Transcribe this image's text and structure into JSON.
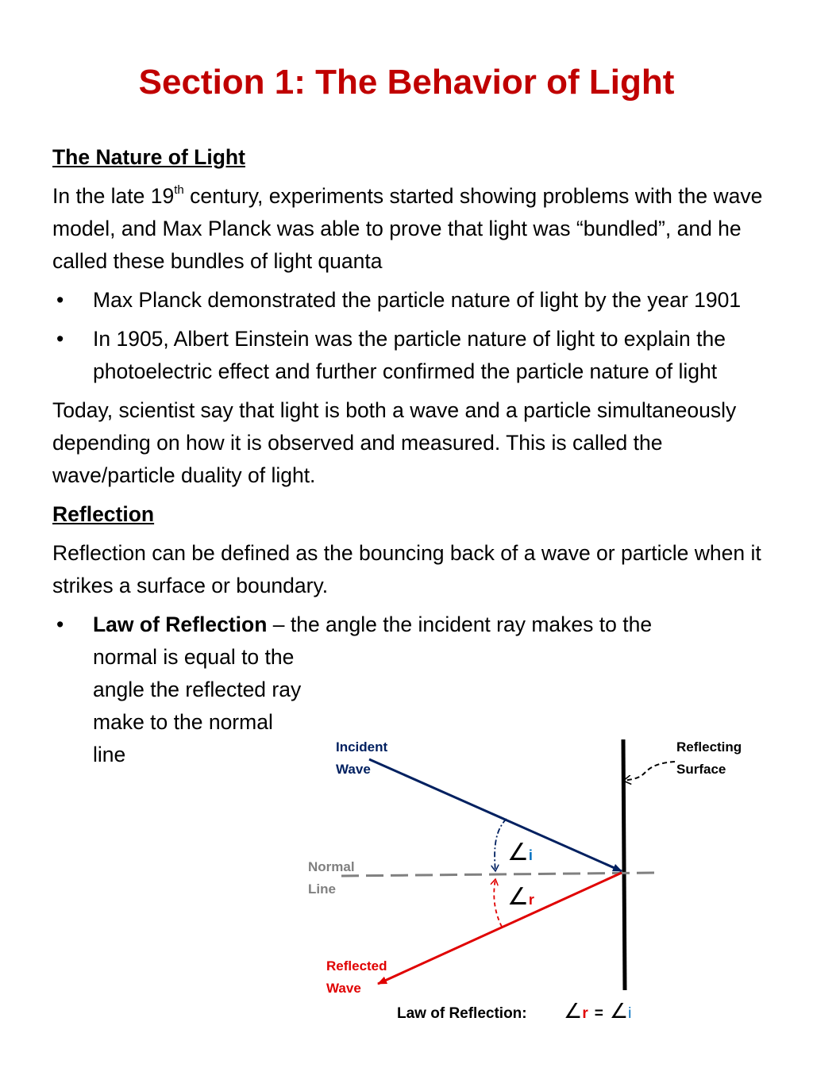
{
  "title": "Section 1: The Behavior of Light",
  "nature": {
    "heading": "The Nature of Light",
    "intro_pre": "In the late 19",
    "intro_sup": "th",
    "intro_post": " century, experiments started showing problems with the wave model, and Max Planck was able to prove that light was “bundled”, and he called these bundles of light quanta",
    "bullets": [
      "Max Planck demonstrated the particle nature of light by the year 1901",
      "In 1905, Albert Einstein was the particle nature of light to explain the photoelectric effect and further confirmed the particle nature of light"
    ],
    "today": "Today, scientist say that light is both a wave and a particle simultaneously depending on how it is observed and measured. This is called the wave/particle duality of light."
  },
  "reflection": {
    "heading": "Reflection",
    "definition": "Reflection can be defined as the bouncing back of a wave or particle when it strikes a surface or boundary.",
    "law_label": "Law of Reflection",
    "law_text_first": " – the angle the incident ray makes to the",
    "law_text_rest": "normal is equal to the angle the reflected ray make to the normal line"
  },
  "diagram": {
    "incident_line1": "Incident",
    "incident_line2": "Wave",
    "surface_line1": "Reflecting",
    "surface_line2": "Surface",
    "normal_line1": "Normal",
    "normal_line2": "Line",
    "reflected_line1": "Reflected",
    "reflected_line2": "Wave",
    "angle_symbol": "∠",
    "angle_i": "i",
    "angle_r": "r",
    "law_caption": "Law of Reflection:",
    "equals": "=",
    "colors": {
      "incident": "#002060",
      "reflected": "#e00000",
      "normal": "#808080",
      "title": "#c00000",
      "angle_i": "#0070c0"
    }
  }
}
